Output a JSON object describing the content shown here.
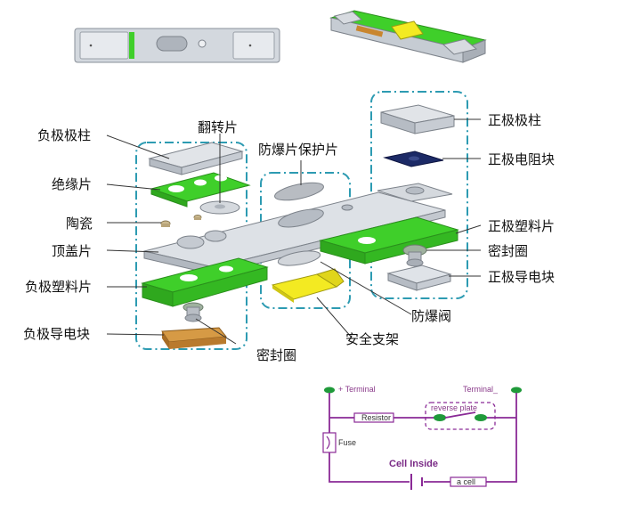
{
  "labels": {
    "negative_pole": "负极极柱",
    "flip_sheet": "翻转片",
    "insulation_sheet": "绝缘片",
    "ceramic": "陶瓷",
    "top_cover": "顶盖片",
    "negative_plastic": "负极塑料片",
    "negative_conductor": "负极导电块",
    "seal_ring_left": "密封圈",
    "burst_protection": "防爆片保护片",
    "safety_bracket": "安全支架",
    "burst_valve": "防爆阀",
    "positive_pole": "正极极柱",
    "positive_resistor": "正极电阻块",
    "positive_plastic": "正极塑料片",
    "seal_ring_right": "密封圈",
    "positive_conductor": "正极导电块"
  },
  "circuit": {
    "plus_terminal": "+ Terminal",
    "minus_terminal": "Terminal_",
    "resistor": "Resistor",
    "reverse_plate": "reverse plate",
    "fuse": "Fuse",
    "cell_inside": "Cell Inside",
    "cell": "a cell"
  },
  "colors": {
    "green": "#3fcf2a",
    "gray": "#c9ced6",
    "yellow": "#f3ea22",
    "navy": "#1c2a66",
    "brown": "#c9862f",
    "dash": "#2d9bb2",
    "wire": "#8a2a96"
  }
}
